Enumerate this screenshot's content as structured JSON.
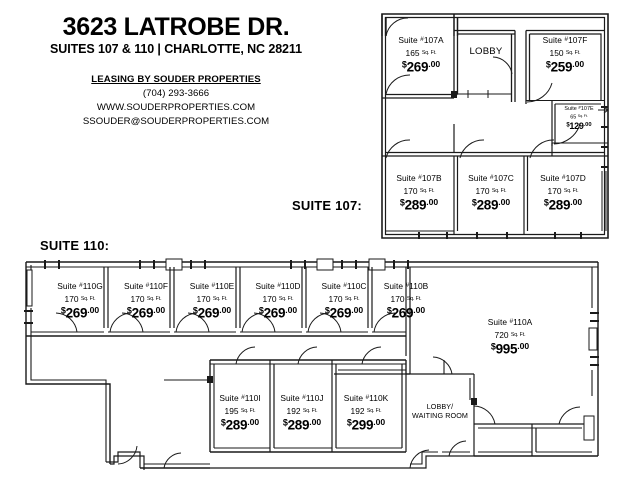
{
  "header": {
    "title": "3623 LATROBE DR.",
    "subtitle": "SUITES 107 & 110  |  CHARLOTTE, NC 28211",
    "leasing_by": "LEASING BY SOUDER PROPERTIES",
    "phone": "(704) 293-3666",
    "website": "WWW.SOUDERPROPERTIES.COM",
    "email": "SSOUDER@SOUDERPROPERTIES.COM"
  },
  "sections": {
    "suite_107_caption": "SUITE 107:",
    "suite_110_caption": "SUITE 110:"
  },
  "units": {
    "area_suffix": "Sq. Ft.",
    "currency_symbol": "$",
    "number_prefix": "#"
  },
  "suite_107": {
    "rooms": [
      {
        "name": "Suite",
        "number": "107A",
        "area": "165",
        "area_unit": "Sq. Ft.",
        "price_dollars": "269",
        "price_cents": ".00"
      },
      {
        "name": "Suite",
        "number": "107F",
        "area": "150",
        "area_unit": "Sq. Ft.",
        "price_dollars": "259",
        "price_cents": ".00"
      },
      {
        "name": "Suite",
        "number": "107E",
        "area": "65",
        "area_unit": "Sq. Ft.",
        "price_dollars": "129",
        "price_cents": ".00"
      },
      {
        "name": "Suite",
        "number": "107B",
        "area": "170",
        "area_unit": "Sq. Ft.",
        "price_dollars": "289",
        "price_cents": ".00"
      },
      {
        "name": "Suite",
        "number": "107C",
        "area": "170",
        "area_unit": "Sq. Ft.",
        "price_dollars": "289",
        "price_cents": ".00"
      },
      {
        "name": "Suite",
        "number": "107D",
        "area": "170",
        "area_unit": "Sq. Ft.",
        "price_dollars": "289",
        "price_cents": ".00"
      }
    ],
    "common_areas": [
      {
        "label": "LOBBY"
      }
    ]
  },
  "suite_110": {
    "rooms": [
      {
        "name": "Suite",
        "number": "110G",
        "area": "170",
        "area_unit": "Sq. Ft.",
        "price_dollars": "269",
        "price_cents": ".00"
      },
      {
        "name": "Suite",
        "number": "110F",
        "area": "170",
        "area_unit": "Sq. Ft.",
        "price_dollars": "269",
        "price_cents": ".00"
      },
      {
        "name": "Suite",
        "number": "110E",
        "area": "170",
        "area_unit": "Sq. Ft.",
        "price_dollars": "269",
        "price_cents": ".00"
      },
      {
        "name": "Suite",
        "number": "110D",
        "area": "170",
        "area_unit": "Sq. Ft.",
        "price_dollars": "269",
        "price_cents": ".00"
      },
      {
        "name": "Suite",
        "number": "110C",
        "area": "170",
        "area_unit": "Sq. Ft.",
        "price_dollars": "269",
        "price_cents": ".00"
      },
      {
        "name": "Suite",
        "number": "110B",
        "area": "170",
        "area_unit": "Sq. Ft.",
        "price_dollars": "269",
        "price_cents": ".00"
      },
      {
        "name": "Suite",
        "number": "110A",
        "area": "720",
        "area_unit": "Sq. Ft.",
        "price_dollars": "995",
        "price_cents": ".00"
      },
      {
        "name": "Suite",
        "number": "110I",
        "area": "195",
        "area_unit": "Sq. Ft.",
        "price_dollars": "289",
        "price_cents": ".00"
      },
      {
        "name": "Suite",
        "number": "110J",
        "area": "192",
        "area_unit": "Sq. Ft.",
        "price_dollars": "289",
        "price_cents": ".00"
      },
      {
        "name": "Suite",
        "number": "110K",
        "area": "192",
        "area_unit": "Sq. Ft.",
        "price_dollars": "299",
        "price_cents": ".00"
      }
    ],
    "common_areas": [
      {
        "label_line1": "LOBBY/",
        "label_line2": "WAITING ROOM"
      }
    ]
  },
  "colors": {
    "ink": "#000000",
    "paper": "#ffffff",
    "wall": "#1a1a1a"
  }
}
